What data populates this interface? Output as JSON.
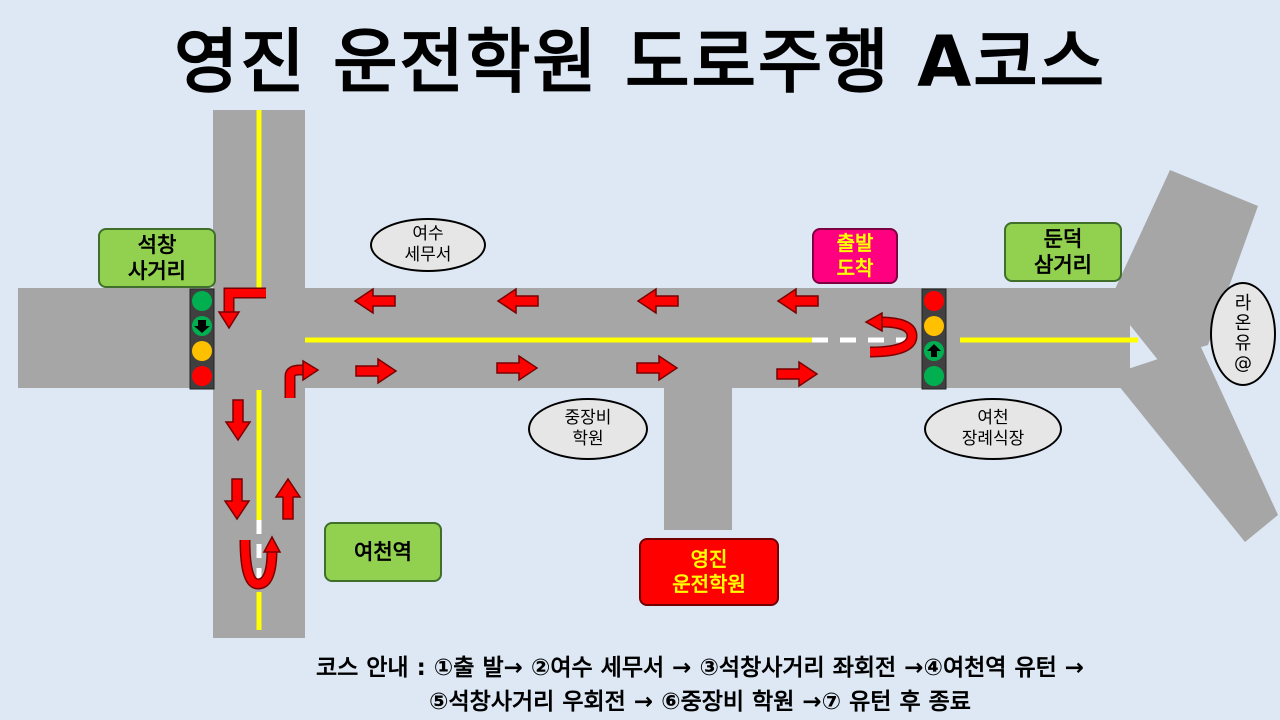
{
  "title": "영진 운전학원 도로주행 A코스",
  "places": {
    "seokchang": "석창\n사거리",
    "yeosu_tax": "여수\n세무서",
    "start_end": "출발\n도착",
    "dundeok": "둔덕\n삼거리",
    "laonyu": "라\n온\n유\n@",
    "jungjangbi": "중장비\n학원",
    "yeocheon_wedding": "여천\n장례식장",
    "yeocheon_station": "여천역",
    "yeongjin": "영진\n운전학원"
  },
  "guide": {
    "line1": "코스 안내 : ①출 발→ ②여수 세무서 → ③석창사거리 좌회전 →④여천역 유턴 →",
    "line2": "⑤석창사거리 우회전 → ⑥중장비 학원 →⑦ 유턴 후 종료"
  },
  "colors": {
    "background": "#dde8f4",
    "road": "#a6a6a6",
    "center_line": "#ffff00",
    "arrow": "#ff0000",
    "label_green": "#92d050",
    "label_pink": "#ff0080",
    "label_red": "#ff0000"
  }
}
